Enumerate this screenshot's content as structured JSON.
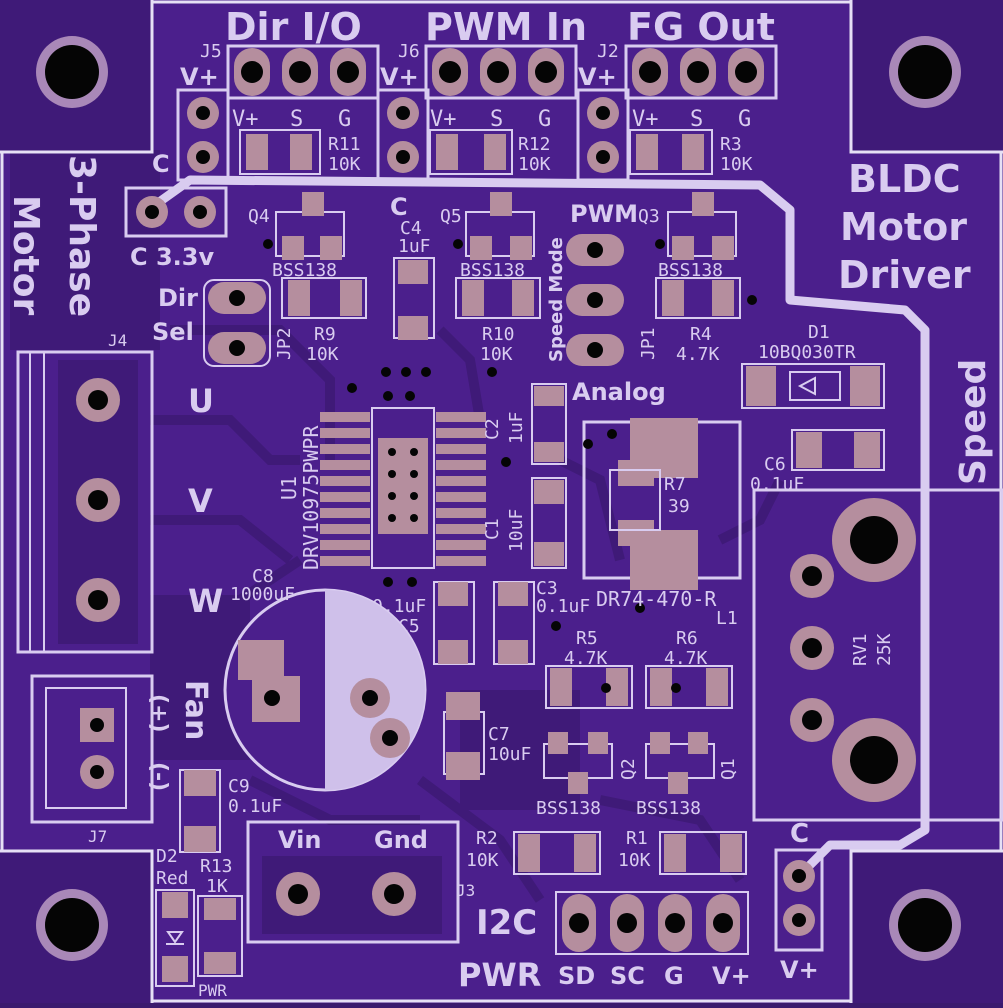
{
  "colors": {
    "board": "#4b1f8c",
    "trace": "#3f1a78",
    "silk": "#d9ccf0",
    "pad": "#b58e9e",
    "hole": "#050505",
    "edge": "#e6e0f5"
  },
  "header": {
    "dir_io": "Dir I/O",
    "pwm_in": "PWM In",
    "fg_out": "FG Out"
  },
  "title": {
    "line1": "BLDC",
    "line2": "Motor",
    "line3": "Driver"
  },
  "connectors": {
    "j5": "J5",
    "j6": "J6",
    "j2": "J2",
    "j3": "J3",
    "j4": "J4",
    "j7": "J7",
    "vplus": "V+",
    "pin_v": "V+",
    "pin_s": "S",
    "pin_g": "G"
  },
  "labels": {
    "c": "C",
    "c33": "C 3.3v",
    "three_phase": "3-Phase",
    "motor": "Motor",
    "dir_sel_1": "Dir",
    "dir_sel_2": "Sel",
    "jp2": "JP2",
    "jp1": "JP1",
    "pwm": "PWM",
    "speed_mode": "Speed Mode",
    "analog": "Analog",
    "speed": "Speed",
    "u": "U",
    "v": "V",
    "w": "W",
    "fan": "Fan",
    "fan_plus": "(+)",
    "fan_minus": "(-)",
    "vin": "Vin",
    "gnd": "Gnd",
    "i2c": "I2C",
    "pwr": "PWR",
    "pwr_small": "PWR",
    "sd": "SD",
    "sc": "SC",
    "g": "G",
    "vp": "V+",
    "right_c": "C",
    "right_vplus": "V+"
  },
  "components": {
    "r11": "R11",
    "r11v": "10K",
    "r12": "R12",
    "r12v": "10K",
    "r3": "R3",
    "r3v": "10K",
    "q4": "Q4",
    "q5": "Q5",
    "q3": "Q3",
    "q2": "Q2",
    "q1": "Q1",
    "bss": "BSS138",
    "c4": "C4",
    "c4v": "1uF",
    "r9": "R9",
    "r9v": "10K",
    "r10": "R10",
    "r10v": "10K",
    "r4": "R4",
    "r4v": "4.7K",
    "d1": "D1",
    "d1v": "10BQ030TR",
    "u1": "U1",
    "u1v": "DRV10975PWPR",
    "c2": "C2",
    "c2v": "1uF",
    "c1": "C1",
    "c1v": "10uF",
    "r7": "R7",
    "r7v": "39",
    "c6": "C6",
    "c6v": "0.1uF",
    "c3": "C3",
    "c3v": "0.1uF",
    "l1v": "DR74-470-R",
    "l1": "L1",
    "c8": "C8",
    "c8v": "1000uF",
    "c5v": "0.1uF",
    "c5": "C5",
    "r5": "R5",
    "r5v": "4.7K",
    "r6": "R6",
    "r6v": "4.7K",
    "rv1": "RV1",
    "rv1v": "25K",
    "c7": "C7",
    "c7v": "10uF",
    "c9": "C9",
    "c9v": "0.1uF",
    "d2": "D2",
    "d2v": "Red",
    "r13": "R13",
    "r13v": "1K",
    "r2": "R2",
    "r2v": "10K",
    "r1": "R1",
    "r1v": "10K"
  }
}
